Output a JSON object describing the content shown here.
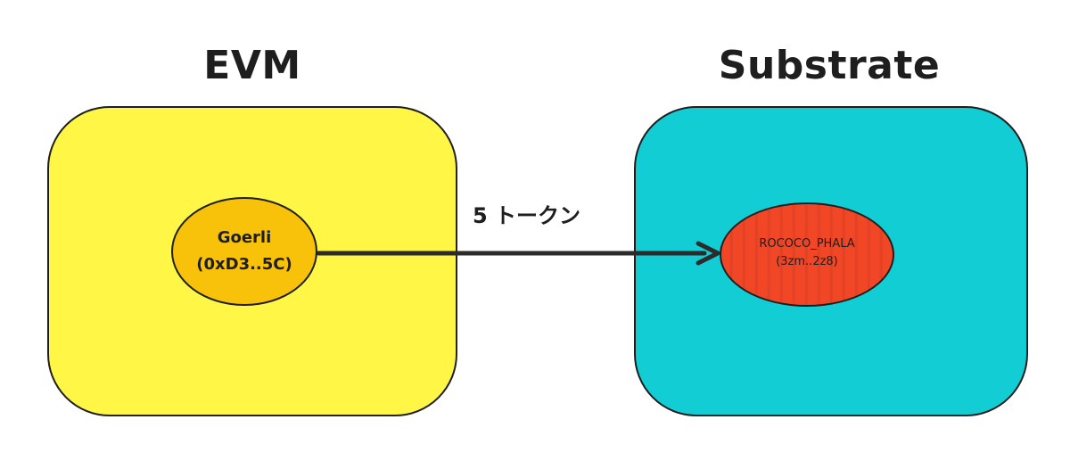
{
  "diagram": {
    "evm": {
      "title": "EVM",
      "color": "#fff645",
      "node": {
        "name": "Goerli",
        "address": "(0xD3..5C)",
        "color": "#f8c20a"
      }
    },
    "substrate": {
      "title": "Substrate",
      "color": "#12cdd4",
      "node": {
        "name": "ROCOCO_PHALA",
        "address": "(3zm..2z8)",
        "color": "#f24726"
      }
    },
    "transfer": {
      "label": "5 トークン",
      "line_color": "#2b2b2b"
    }
  }
}
